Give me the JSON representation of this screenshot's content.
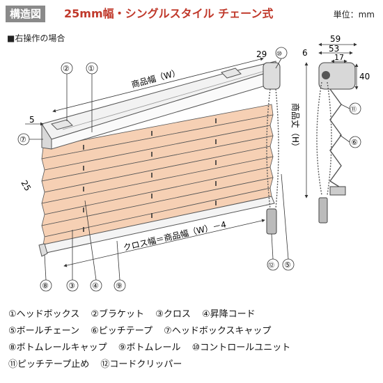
{
  "header": {
    "tag": "構造図",
    "title": "25mm幅・シングルスタイル  チェーン式",
    "unit": "単位：mm",
    "subtitle": "■右操作の場合"
  },
  "diagram": {
    "callouts": [
      "①",
      "②",
      "③",
      "④",
      "⑤",
      "⑥",
      "⑦",
      "⑧",
      "⑨",
      "⑩",
      "⑪",
      "⑫"
    ],
    "dim_width": "商品幅（W）",
    "dim_height": "商品丈（H）",
    "dim_cross": "クロス幅＝商品幅（W）－4",
    "dim_29": "29",
    "dim_5": "5",
    "dim_25": "25",
    "dim_59": "59",
    "dim_53": "53",
    "dim_17": "17",
    "dim_6": "6",
    "dim_40": "40"
  },
  "legend": [
    [
      "①ヘッドボックス",
      "②ブラケット",
      "③クロス",
      "④昇降コード"
    ],
    [
      "⑤ボールチェーン",
      "⑥ピッチテープ",
      "⑦ヘッドボックスキャップ"
    ],
    [
      "⑧ボトムレールキャップ",
      "⑨ボトムレール",
      "⑩コントロールユニット"
    ],
    [
      "⑪ピッチテープ止め",
      "⑫コードクリッパー"
    ]
  ],
  "colors": {
    "cloth": "#f6d0b4",
    "tag_bg": "#8a8a8a",
    "title": "#c0392b"
  }
}
